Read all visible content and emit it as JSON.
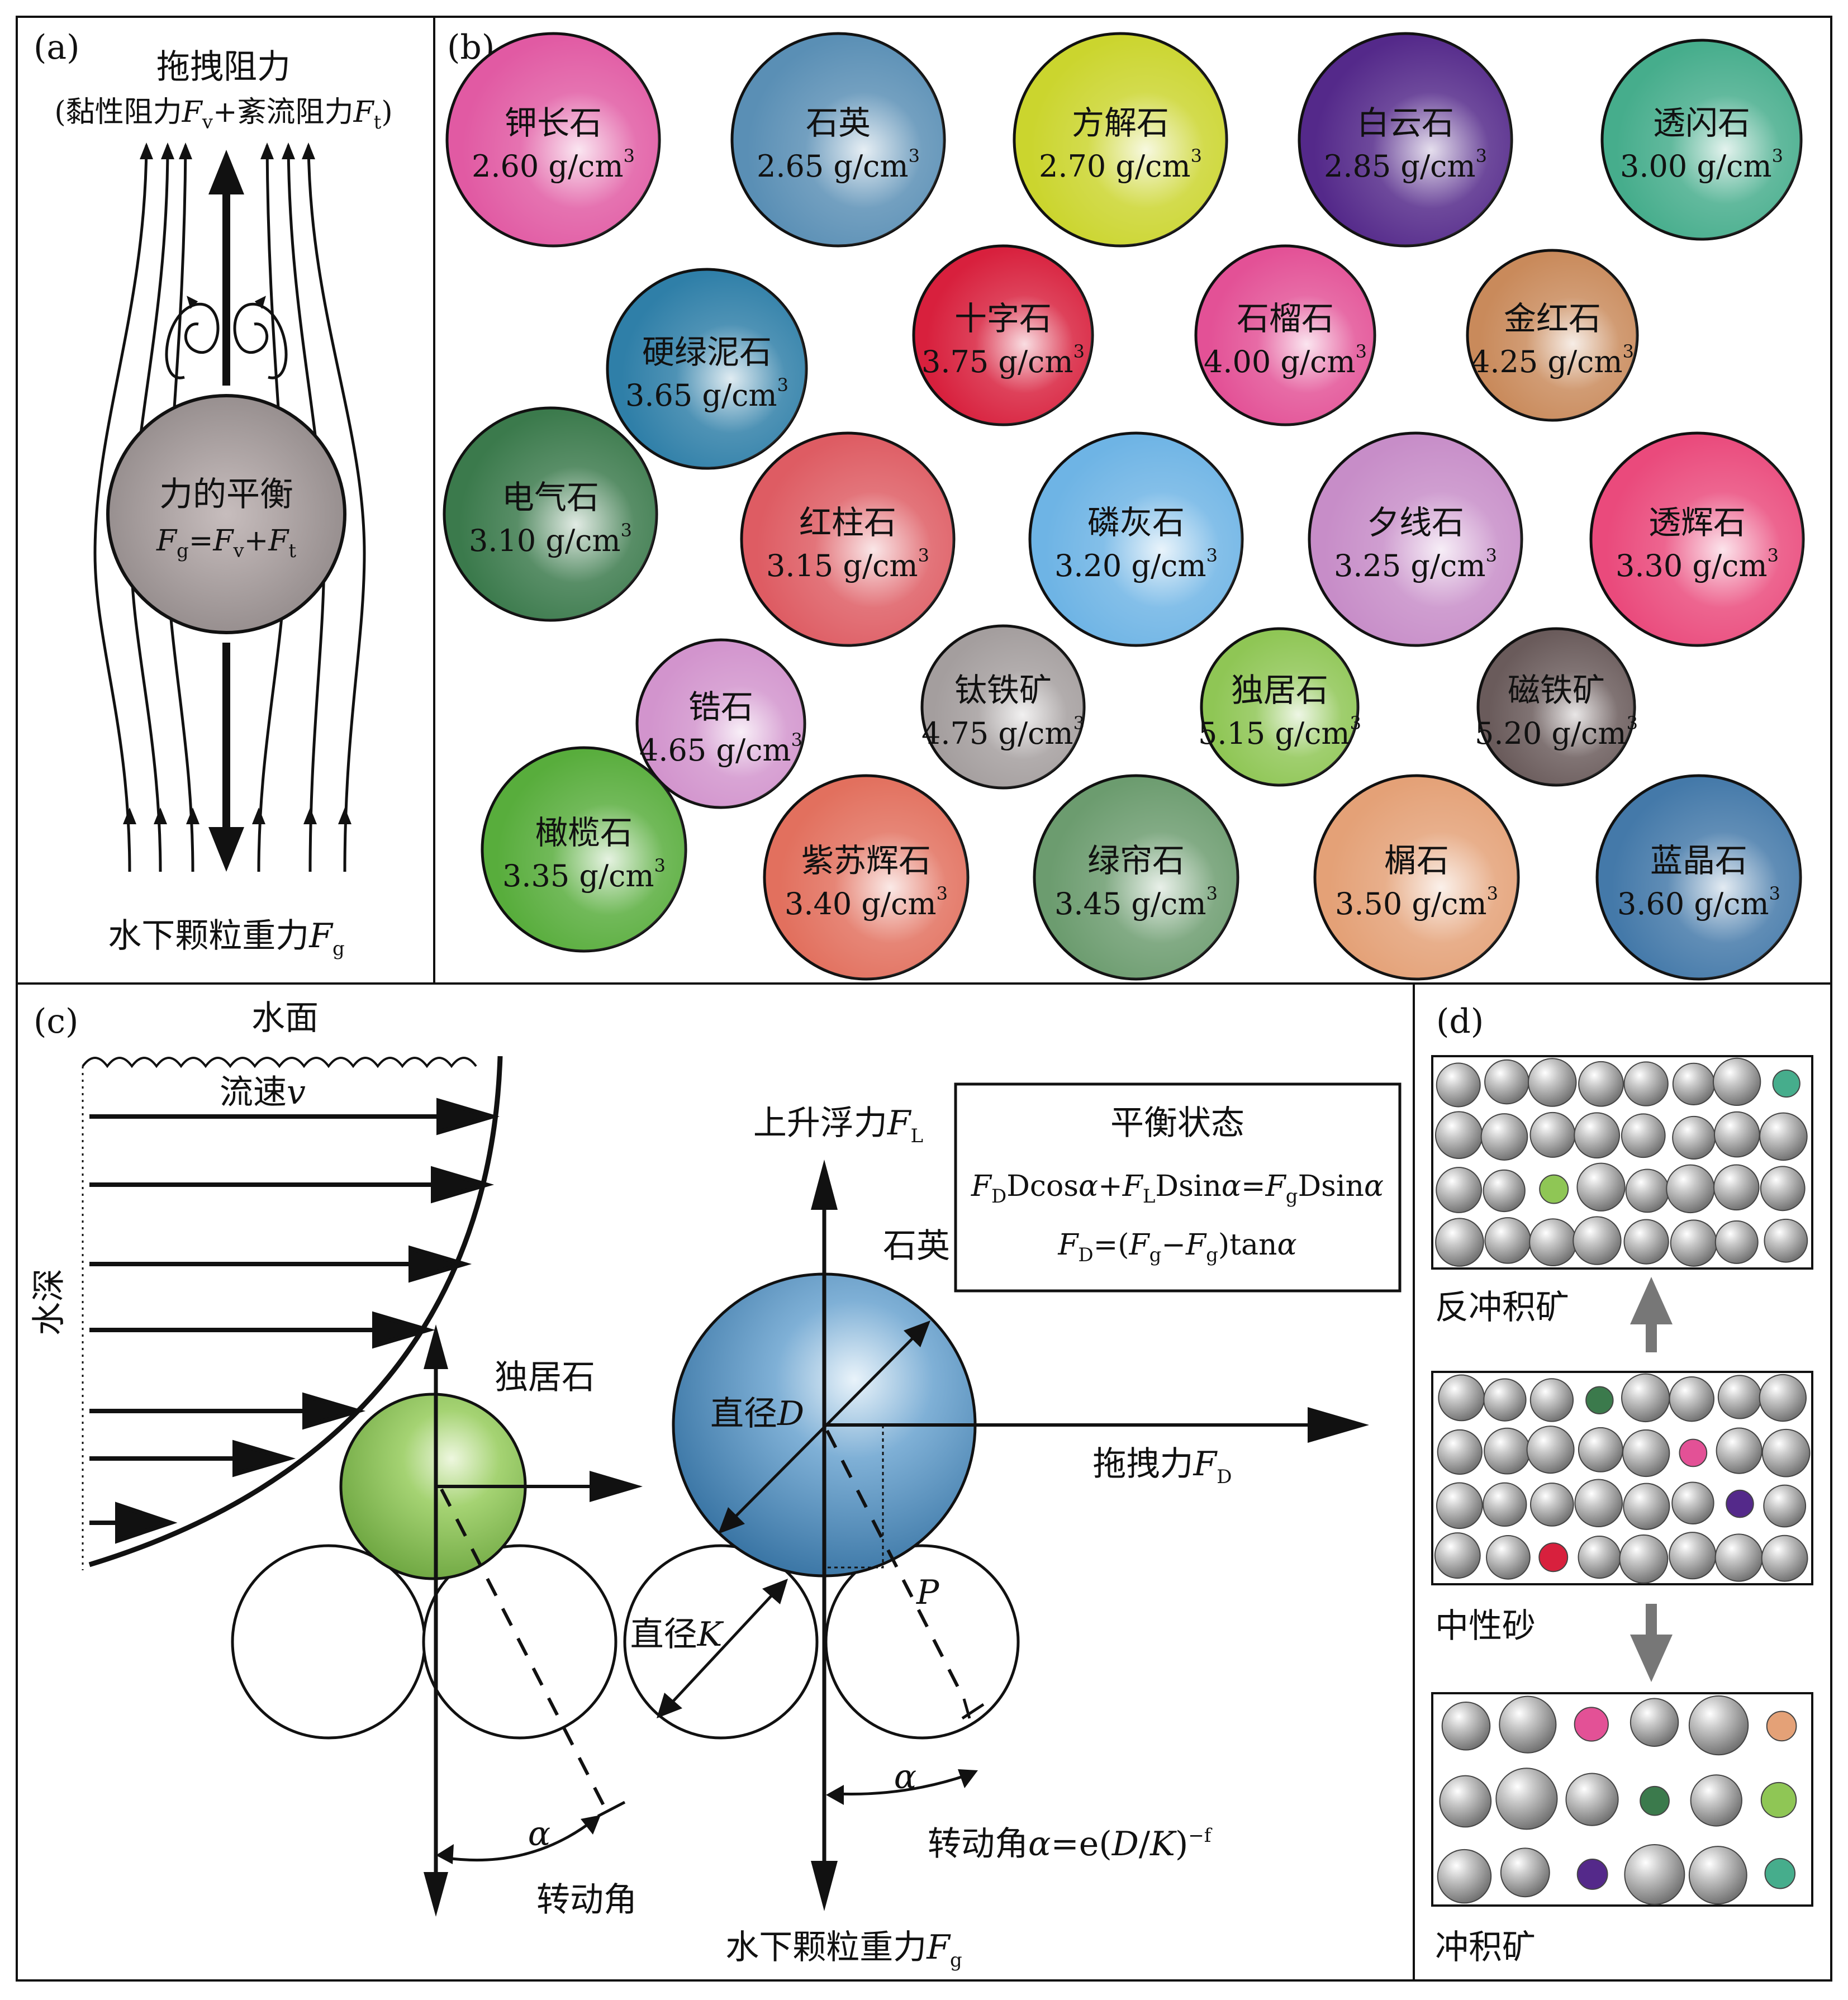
{
  "panel_a": {
    "tag": "(a)",
    "drag_title": "拖拽阻力",
    "drag_sub_prefix": "(黏性阻力",
    "drag_sub_mid": "+紊流阻力",
    "drag_sub_end": ")",
    "balance_title": "力的平衡",
    "gravity_prefix": "水下颗粒重力",
    "sym_F": "F",
    "sub_v": "v",
    "sub_t": "t",
    "sub_g": "g"
  },
  "panel_b": {
    "tag": "(b)",
    "minerals": [
      {
        "name": "钾长石",
        "density": "2.60 g/cm",
        "color": "#e15aa3"
      },
      {
        "name": "石英",
        "density": "2.65 g/cm",
        "color": "#5a8fb5"
      },
      {
        "name": "方解石",
        "density": "2.70 g/cm",
        "color": "#cbd52e"
      },
      {
        "name": "白云石",
        "density": "2.85 g/cm",
        "color": "#54298a"
      },
      {
        "name": "透闪石",
        "density": "3.00 g/cm",
        "color": "#46ad8c"
      },
      {
        "name": "硬绿泥石",
        "density": "3.65 g/cm",
        "color": "#2f7fa8"
      },
      {
        "name": "十字石",
        "density": "3.75 g/cm",
        "color": "#d8203d"
      },
      {
        "name": "石榴石",
        "density": "4.00 g/cm",
        "color": "#e35196"
      },
      {
        "name": "金红石",
        "density": "4.25 g/cm",
        "color": "#c98a5b"
      },
      {
        "name": "电气石",
        "density": "3.10 g/cm",
        "color": "#3b7a4c"
      },
      {
        "name": "红柱石",
        "density": "3.15 g/cm",
        "color": "#de5c63"
      },
      {
        "name": "磷灰石",
        "density": "3.20 g/cm",
        "color": "#6eb4e5"
      },
      {
        "name": "夕线石",
        "density": "3.25 g/cm",
        "color": "#c78dc8"
      },
      {
        "name": "透辉石",
        "density": "3.30 g/cm",
        "color": "#ea4a7c"
      },
      {
        "name": "锆石",
        "density": "4.65 g/cm",
        "color": "#d294cd"
      },
      {
        "name": "钛铁矿",
        "density": "4.75 g/cm",
        "color": "#a49e9e"
      },
      {
        "name": "独居石",
        "density": "5.15 g/cm",
        "color": "#8fc655"
      },
      {
        "name": "磁铁矿",
        "density": "5.20 g/cm",
        "color": "#6a5b5b"
      },
      {
        "name": "橄榄石",
        "density": "3.35 g/cm",
        "color": "#58ad3c"
      },
      {
        "name": "紫苏辉石",
        "density": "3.40 g/cm",
        "color": "#e2705e"
      },
      {
        "name": "绿帘石",
        "density": "3.45 g/cm",
        "color": "#6c9c6f"
      },
      {
        "name": "榍石",
        "density": "3.50 g/cm",
        "color": "#e4a177"
      },
      {
        "name": "蓝晶石",
        "density": "3.60 g/cm",
        "color": "#4479a9"
      }
    ],
    "superscript": "3"
  },
  "panel_c": {
    "tag": "(c)",
    "water_surface": "水面",
    "flow_velocity": "流速",
    "sym_v": "v",
    "water_depth": "水深",
    "monazite": "独居石",
    "quartz": "石英",
    "diameter_D": "直径",
    "diameter_K": "直径",
    "sym_D": "D",
    "sym_K": "K",
    "sym_P": "P",
    "lift_prefix": "上升浮力",
    "sub_L": "L",
    "drag_prefix": "拖拽力",
    "sub_D": "D",
    "gravity_prefix": "水下颗粒重力",
    "rotation_angle": "转动角",
    "alpha": "α",
    "eq_box_title": "平衡状态",
    "eq1_a": "Dcos",
    "eq1_b": "+",
    "eq1_c": "Dsin",
    "eq1_d": "=",
    "eq1_e": "Dsin",
    "eq2": "=(",
    "eq2_end": ")tan",
    "rot_formula_a": "=e(",
    "rot_formula_b": ")",
    "rot_formula_exp": "−f"
  },
  "panel_d": {
    "tag": "(d)",
    "top_label": "反冲积矿",
    "mid_label": "中性砂",
    "bottom_label": "冲积矿"
  }
}
